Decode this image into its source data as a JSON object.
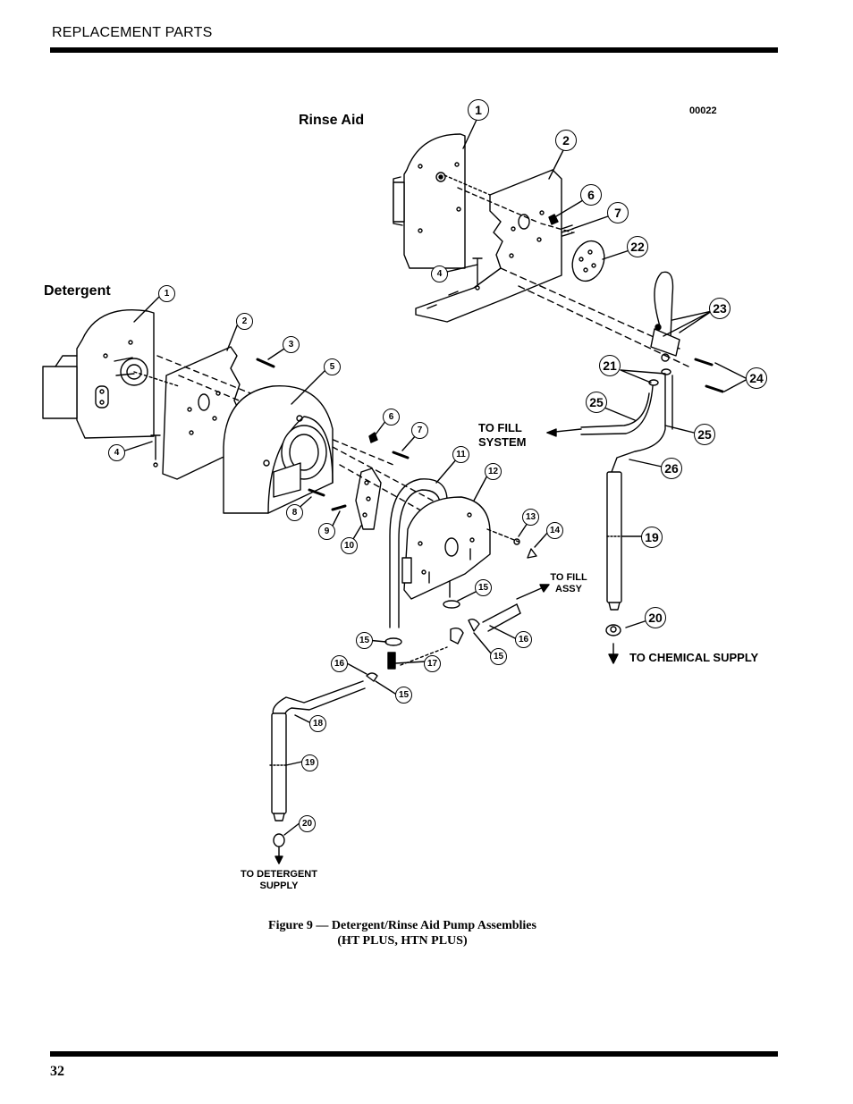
{
  "header": {
    "section_title": "REPLACEMENT PARTS"
  },
  "figure": {
    "drawing_code": "00022",
    "labels": {
      "rinse_aid": "Rinse Aid",
      "detergent": "Detergent",
      "to_fill_system": "TO FILL SYSTEM",
      "to_fill_assy": "TO FILL ASSY",
      "to_chemical_supply": "TO CHEMICAL SUPPLY",
      "to_detergent_supply": "TO DETERGENT SUPPLY"
    },
    "rinse_callouts": [
      "1",
      "2",
      "6",
      "7",
      "22",
      "4",
      "23",
      "21",
      "24",
      "25",
      "25",
      "26",
      "19",
      "20"
    ],
    "detergent_callouts": [
      "1",
      "2",
      "3",
      "5",
      "4",
      "6",
      "7",
      "11",
      "12",
      "8",
      "9",
      "10",
      "13",
      "14",
      "15",
      "15",
      "16",
      "16",
      "17",
      "15",
      "15",
      "18",
      "19",
      "20"
    ]
  },
  "caption": {
    "line1": "Figure 9 — Detergent/Rinse Aid Pump Assemblies",
    "line2": "(HT PLUS, HTN PLUS)"
  },
  "footer": {
    "page_number": "32"
  }
}
